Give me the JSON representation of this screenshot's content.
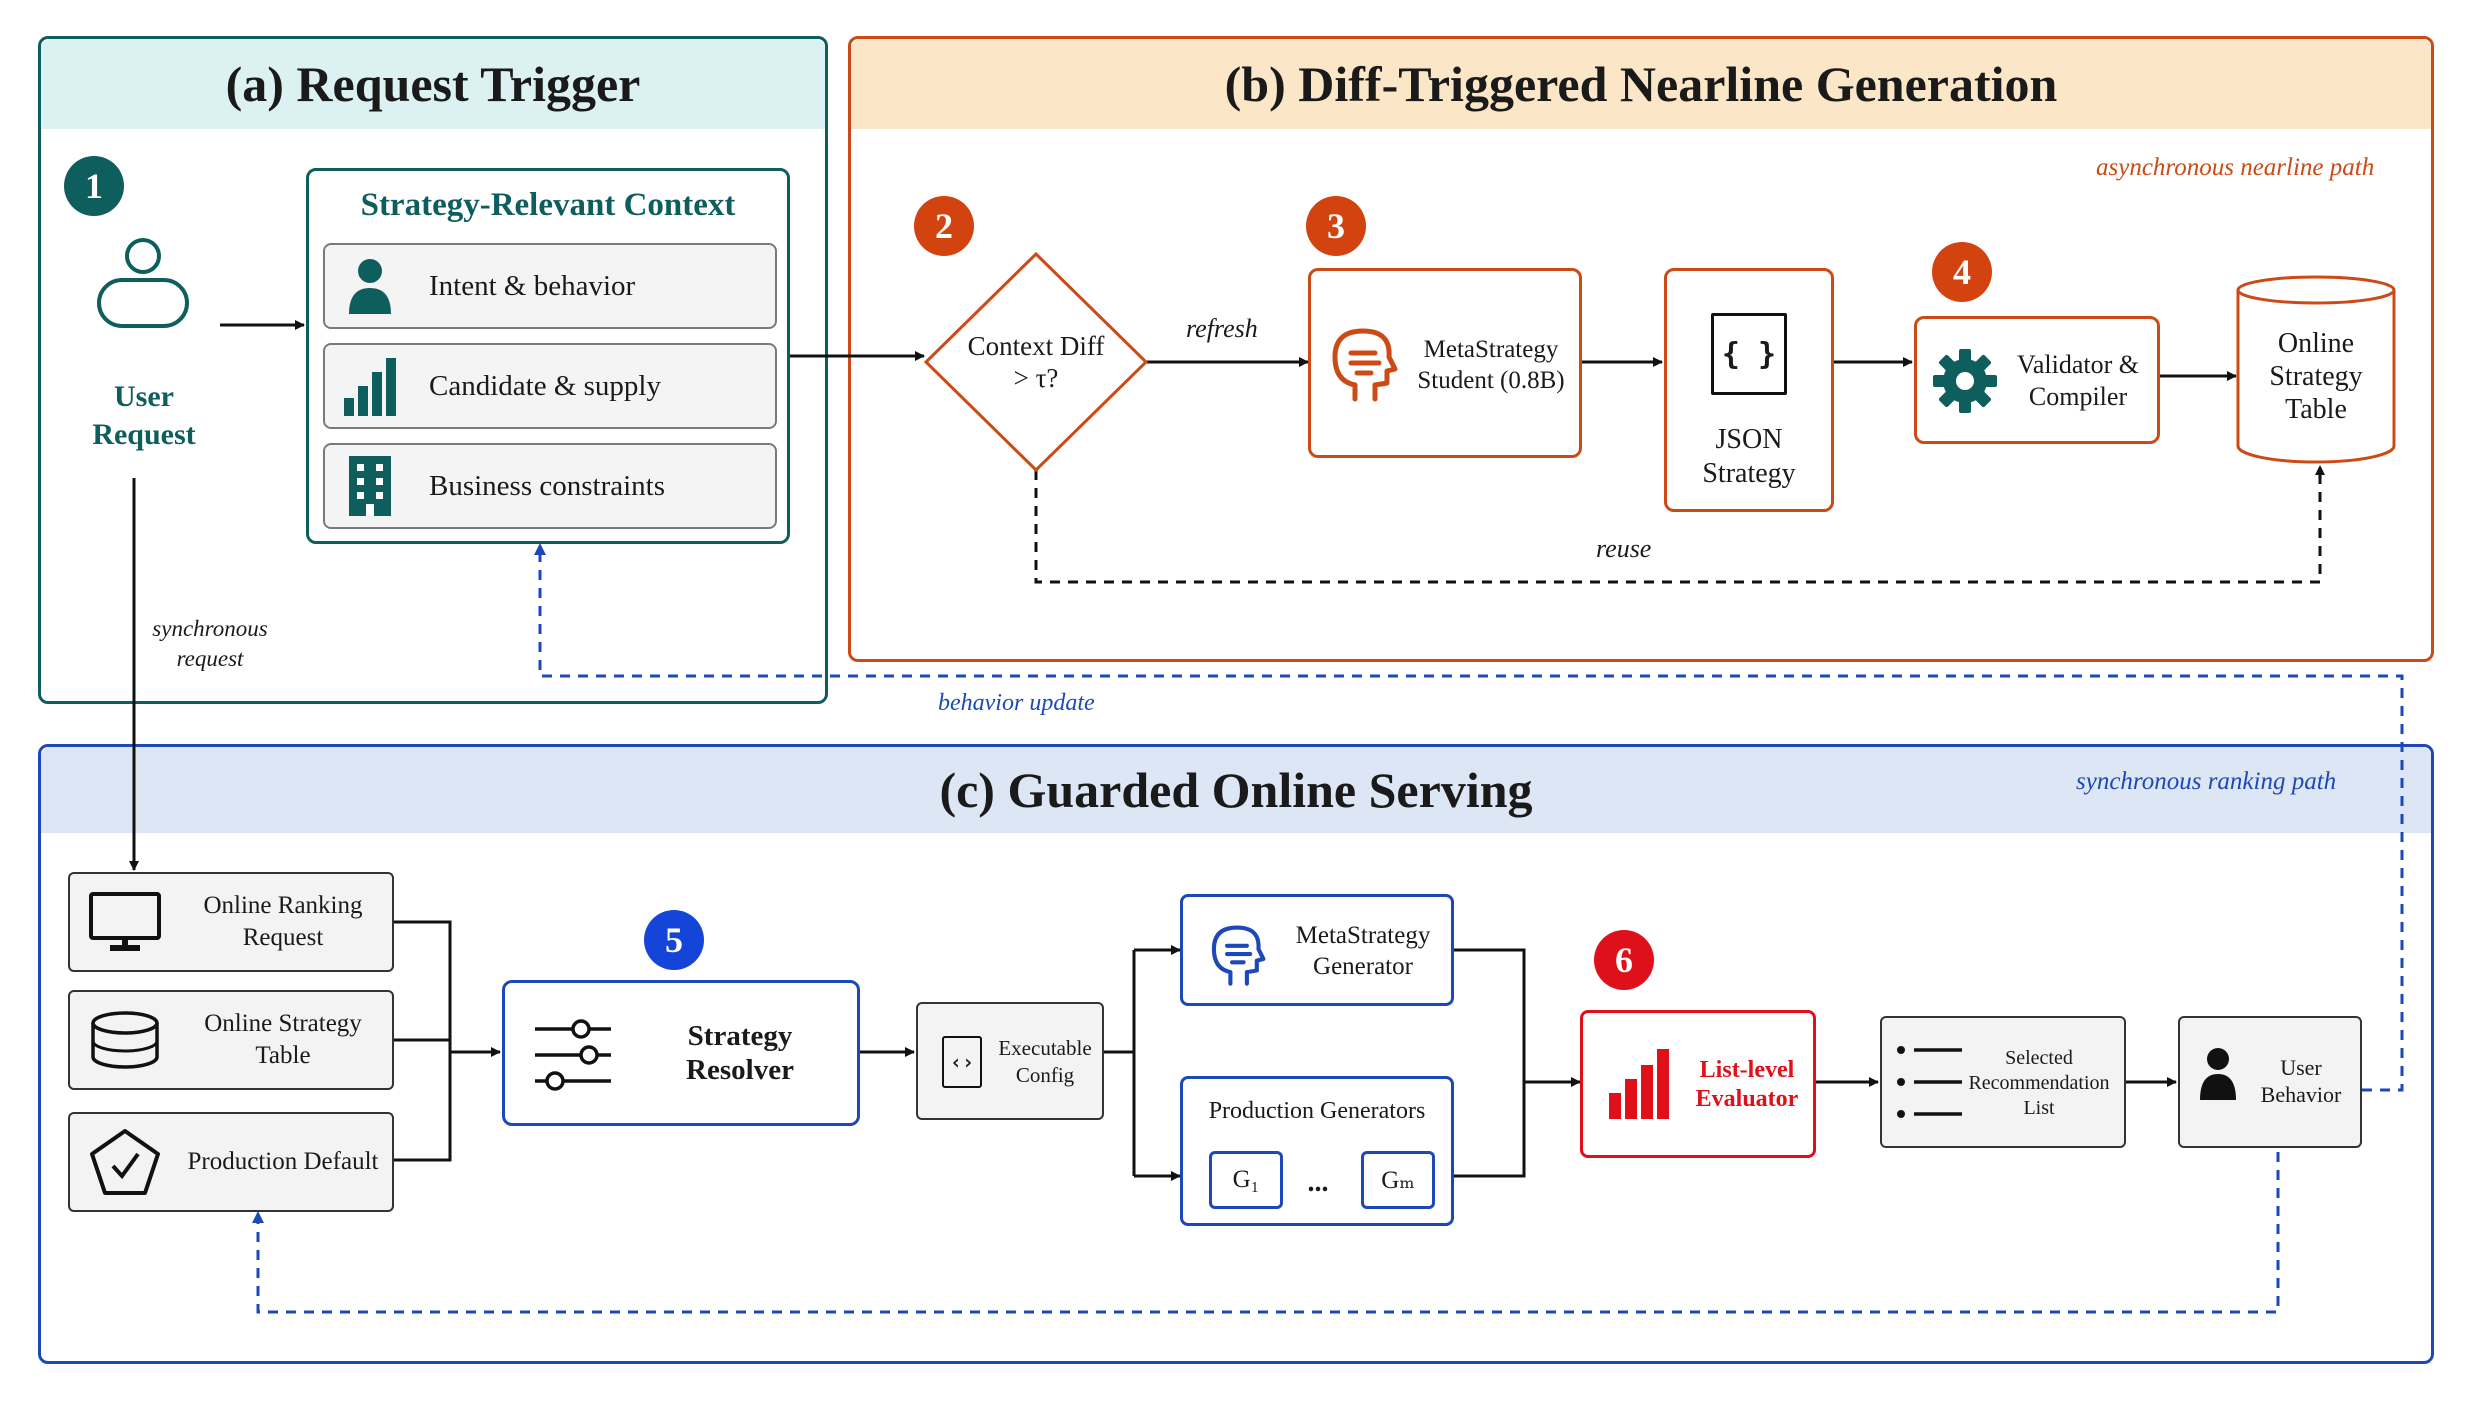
{
  "panels": {
    "a": {
      "title": "(a) Request Trigger"
    },
    "b": {
      "title": "(b) Diff-Triggered Nearline Generation",
      "path_note": "asynchronous nearline path"
    },
    "c": {
      "title": "(c) Guarded Online Serving",
      "path_note": "synchronous ranking path"
    }
  },
  "steps": [
    "1",
    "2",
    "3",
    "4",
    "5",
    "6"
  ],
  "request_trigger": {
    "user_request": "User Request",
    "context_title": "Strategy-Relevant Context",
    "context_items": [
      "Intent & behavior",
      "Candidate & supply",
      "Business constraints"
    ]
  },
  "nearline": {
    "diff_check": "Context Diff > τ?",
    "refresh_label": "refresh",
    "reuse_label": "reuse",
    "student": "MetaStrategy Student (0.8B)",
    "json_icon": "{ }",
    "json_strategy": "JSON Strategy",
    "validator": "Validator & Compiler",
    "strategy_table": "Online Strategy Table"
  },
  "edges": {
    "synchronous_request": "synchronous request",
    "behavior_update": "behavior update"
  },
  "serving": {
    "sources": [
      "Online Ranking Request",
      "Online Strategy Table",
      "Production Default"
    ],
    "resolver": "Strategy Resolver",
    "exec_config": "Executable Config",
    "generator": "MetaStrategy Generator",
    "production_generators": "Production Generators",
    "gen_first": "G₁",
    "gen_ellipsis": "...",
    "gen_last": "Gₘ",
    "evaluator": "List-level Evaluator",
    "selected_list": "Selected Recommendation List",
    "user_behavior": "User Behavior"
  },
  "colors": {
    "teal": "#0f5e5e",
    "teal_fill": "#dcf1f1",
    "orange": "#cc4a15",
    "orange_fill": "#fbe6c7",
    "blue": "#1d49b8",
    "blue_fill": "#dde6f5",
    "red": "#e0101a",
    "badge_orange": "#d2430f",
    "badge_blue": "#1444d8"
  },
  "icons": [
    "user-outline-icon",
    "person-icon",
    "bar-chart-icon",
    "building-icon",
    "brain-head-icon",
    "json-braces-icon",
    "gear-icon",
    "cylinder-icon",
    "monitor-icon",
    "pentagon-check-icon",
    "sliders-icon",
    "code-icon",
    "red-bar-chart-icon",
    "list-icon"
  ]
}
